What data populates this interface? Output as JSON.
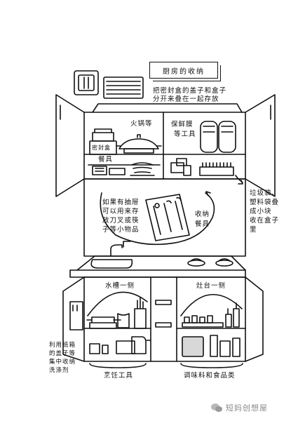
{
  "title": "厨房的收纳",
  "labels": {
    "lid_note_1": "把密封盒的盖子和盒子",
    "lid_note_2": "分开来叠在一起存放",
    "hotpot": "火锅等",
    "sealed_box": "密封盒",
    "tableware": "餐具",
    "preservation_1": "保鲜膜",
    "preservation_2": "等工具",
    "drawer_1": "如果有抽屉",
    "drawer_2": "可以用来存",
    "drawer_3": "放刀叉或筷",
    "drawer_4": "子等小物品",
    "cutlery_1": "收纳",
    "cutlery_2": "餐具",
    "garbage_1": "垃圾袋、",
    "garbage_2": "塑料袋叠",
    "garbage_3": "成小块",
    "garbage_4": "收在盒子",
    "garbage_5": "里",
    "sink_side": "水槽一侧",
    "stove_side": "灶台一侧",
    "paper_box_1": "利用纸箱",
    "paper_box_2": "的盖子等",
    "paper_box_3": "集中收纳",
    "paper_box_4": "洗涤剂",
    "cooking_tools": "烹饪工具",
    "seasonings": "调味料和食品类"
  },
  "watermark": "短妈创想屋",
  "colors": {
    "ink": "#111111",
    "watermark": "#8a8a8a",
    "jar": "#d8d8d8"
  }
}
